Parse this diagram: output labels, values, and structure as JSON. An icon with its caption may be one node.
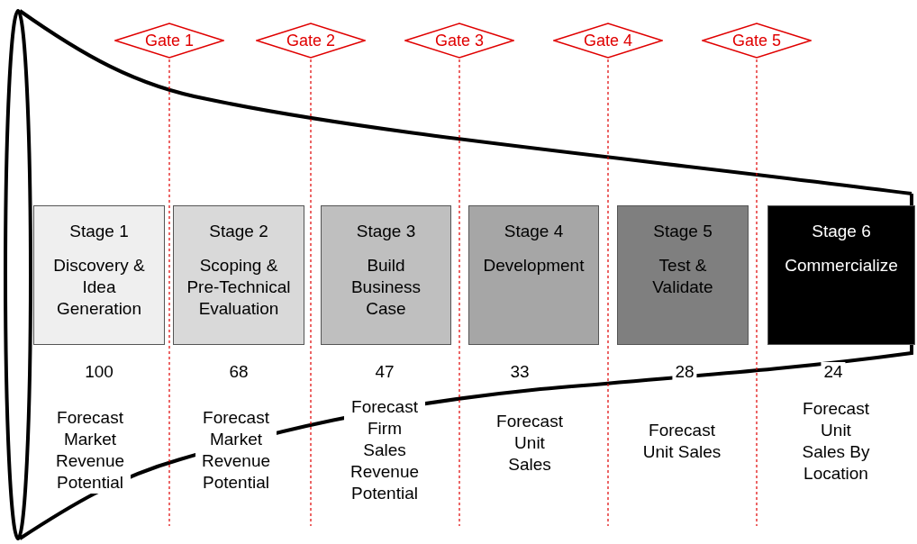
{
  "diagram": {
    "nodes": [
      {
        "text": [
          "Gate 1"
        ]
      },
      {
        "text": [
          "Gate 2"
        ]
      },
      {
        "text": [
          "Gate 3"
        ]
      },
      {
        "text": [
          "Gate 4"
        ]
      },
      {
        "text": [
          "Gate 5"
        ]
      },
      {
        "text": [
          "Stage 1",
          "Discovery & Idea Generation"
        ]
      },
      {
        "text": [
          "Stage 2",
          "Scoping & Pre-Technical Evaluation"
        ]
      },
      {
        "text": [
          "Stage 3",
          "Build Business Case"
        ]
      },
      {
        "text": [
          "Stage 4",
          "Development"
        ]
      },
      {
        "text": [
          "Stage 5",
          "Test & Validate"
        ]
      },
      {
        "text": [
          "Stage 6",
          "Commercialize"
        ]
      }
    ],
    "edges": [],
    "labels": [
      "100",
      "68",
      "47",
      "33",
      "28",
      "24",
      "Forecast Market Revenue Potential",
      "Forecast Market Revenue Potential",
      "Forecast Firm Sales Revenue Potential",
      "Forecast Unit Sales",
      "Forecast Unit Sales",
      "Forecast Unit Sales By Location"
    ]
  }
}
